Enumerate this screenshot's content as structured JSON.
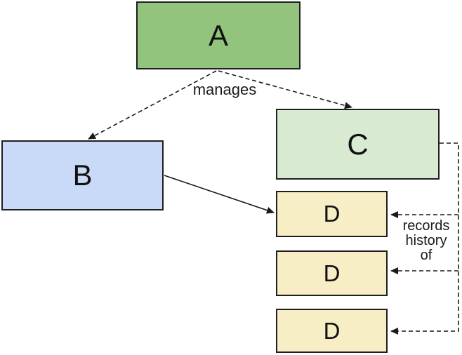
{
  "diagram": {
    "nodes": {
      "a": {
        "label": "A",
        "fill": "#93c47d"
      },
      "b": {
        "label": "B",
        "fill": "#c9daf8"
      },
      "c": {
        "label": "C",
        "fill": "#d9ead3"
      },
      "d1": {
        "label": "D",
        "fill": "#f7eec6"
      },
      "d2": {
        "label": "D",
        "fill": "#f7eec6"
      },
      "d3": {
        "label": "D",
        "fill": "#f7eec6"
      }
    },
    "edge_labels": {
      "manages": "manages",
      "records_history": "records history of"
    },
    "edges": [
      {
        "from": "a",
        "to": "b",
        "style": "dashed",
        "label": "manages"
      },
      {
        "from": "a",
        "to": "c",
        "style": "dashed",
        "label": "manages"
      },
      {
        "from": "b",
        "to": "d1",
        "style": "solid",
        "label": ""
      },
      {
        "from": "c",
        "to": "d1",
        "style": "dashed",
        "label": "records history of"
      },
      {
        "from": "c",
        "to": "d2",
        "style": "dashed",
        "label": "records history of"
      },
      {
        "from": "c",
        "to": "d3",
        "style": "dashed",
        "label": "records history of"
      }
    ],
    "colors": {
      "node_border": "#1f1f1f",
      "edge_stroke": "#1a1a1a",
      "background": "#ffffff"
    }
  }
}
